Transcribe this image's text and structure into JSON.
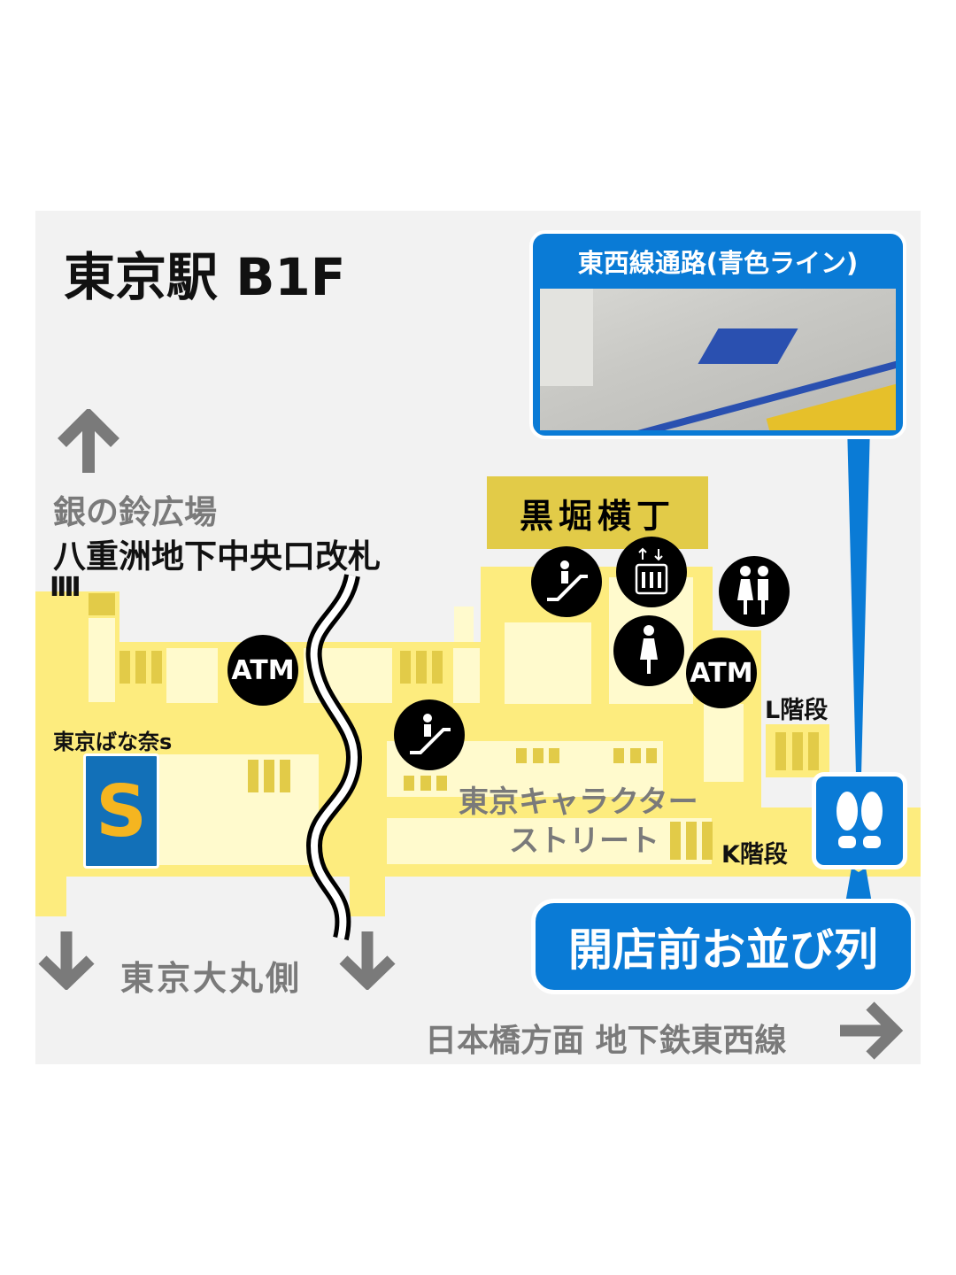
{
  "title": "東京駅 B1F",
  "labels": {
    "ginnosuzu": "銀の鈴広場",
    "yaesu_gate": "八重洲地下中央口改札",
    "banana": "東京ばな奈s",
    "kurobori": "黒堀横丁",
    "character_street_1": "東京キャラクター",
    "character_street_2": "ストリート",
    "l_stairs": "L階段",
    "k_stairs": "K階段",
    "daimaru": "東京大丸側",
    "nihonbashi": "日本橋方面 地下鉄東西線",
    "atm": "ATM",
    "stair_marks": "IIII"
  },
  "callout": {
    "title": "東西線通路(青色ライン)"
  },
  "queue_label": "開店前お並び列",
  "colors": {
    "blue": "#0a7bd6",
    "yellow": "#fdec7e",
    "dark_yellow": "#e2cb48",
    "pale": "#fffacd",
    "gray_text": "#7a7a7a"
  }
}
